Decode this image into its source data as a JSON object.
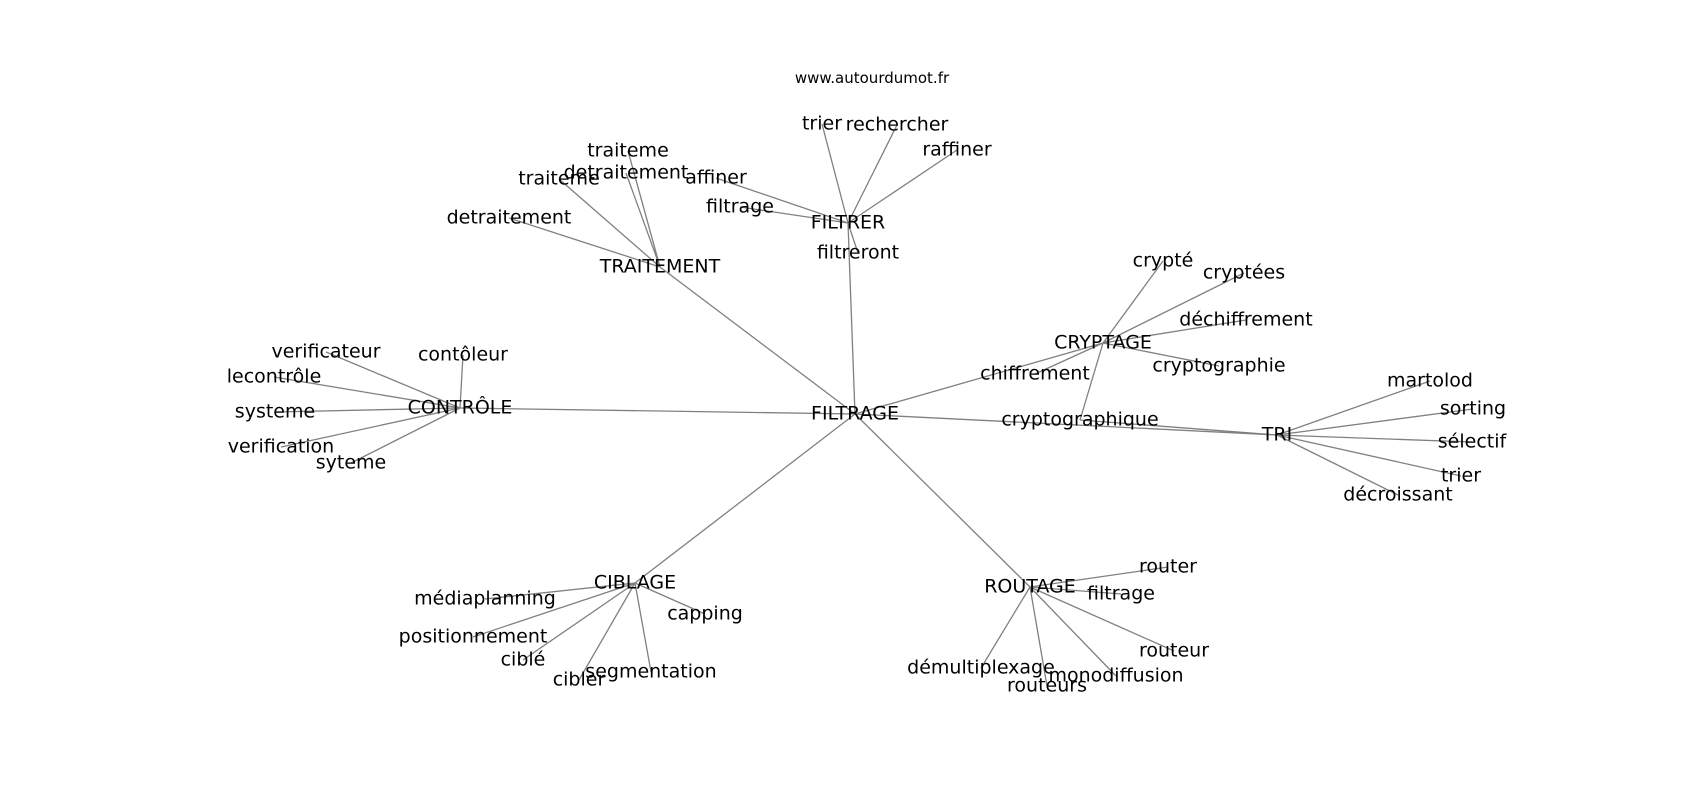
{
  "credit": "www.autourdumot.fr",
  "nodes": {
    "filtrage": "FILTRAGE",
    "filtrer": "FILTRER",
    "trier": "trier",
    "rechercher": "rechercher",
    "raffiner": "raffiner",
    "affiner": "affiner",
    "filtrage_f": "filtrage",
    "filtreront": "filtreront",
    "traitement": "TRAITEMENT",
    "traiteme1": "traiteme",
    "detraitement1": "detraitement",
    "traiteme2": "traiteme",
    "detraitement2": "detraitement",
    "controle": "CONTRÔLE",
    "verificateur": "verificateur",
    "contoleur": "contôleur",
    "lecontrole": "lecontrôle",
    "systeme": "systeme",
    "verification": "verification",
    "syteme": "syteme",
    "cryptage": "CRYPTAGE",
    "crypte": "crypté",
    "cryptees": "cryptées",
    "dechiffrement": "déchiffrement",
    "cryptographie": "cryptographie",
    "chiffrement": "chiffrement",
    "cryptographique": "cryptographique",
    "tri": "TRI",
    "martolod": "martolod",
    "sorting": "sorting",
    "selectif": "sélectif",
    "trier_t": "trier",
    "decroissant": "décroissant",
    "ciblage": "CIBLAGE",
    "mediaplanning": "médiaplanning",
    "capping": "capping",
    "positionnement": "positionnement",
    "cible": "ciblé",
    "segmentation": "segmentation",
    "cibler": "cibler",
    "routage": "ROUTAGE",
    "router": "router",
    "filtrage_r": "filtrage",
    "routeur": "routeur",
    "demultiplexage": "démultiplexage",
    "monodiffusion": "monodiffusion",
    "routeurs": "routeurs"
  }
}
